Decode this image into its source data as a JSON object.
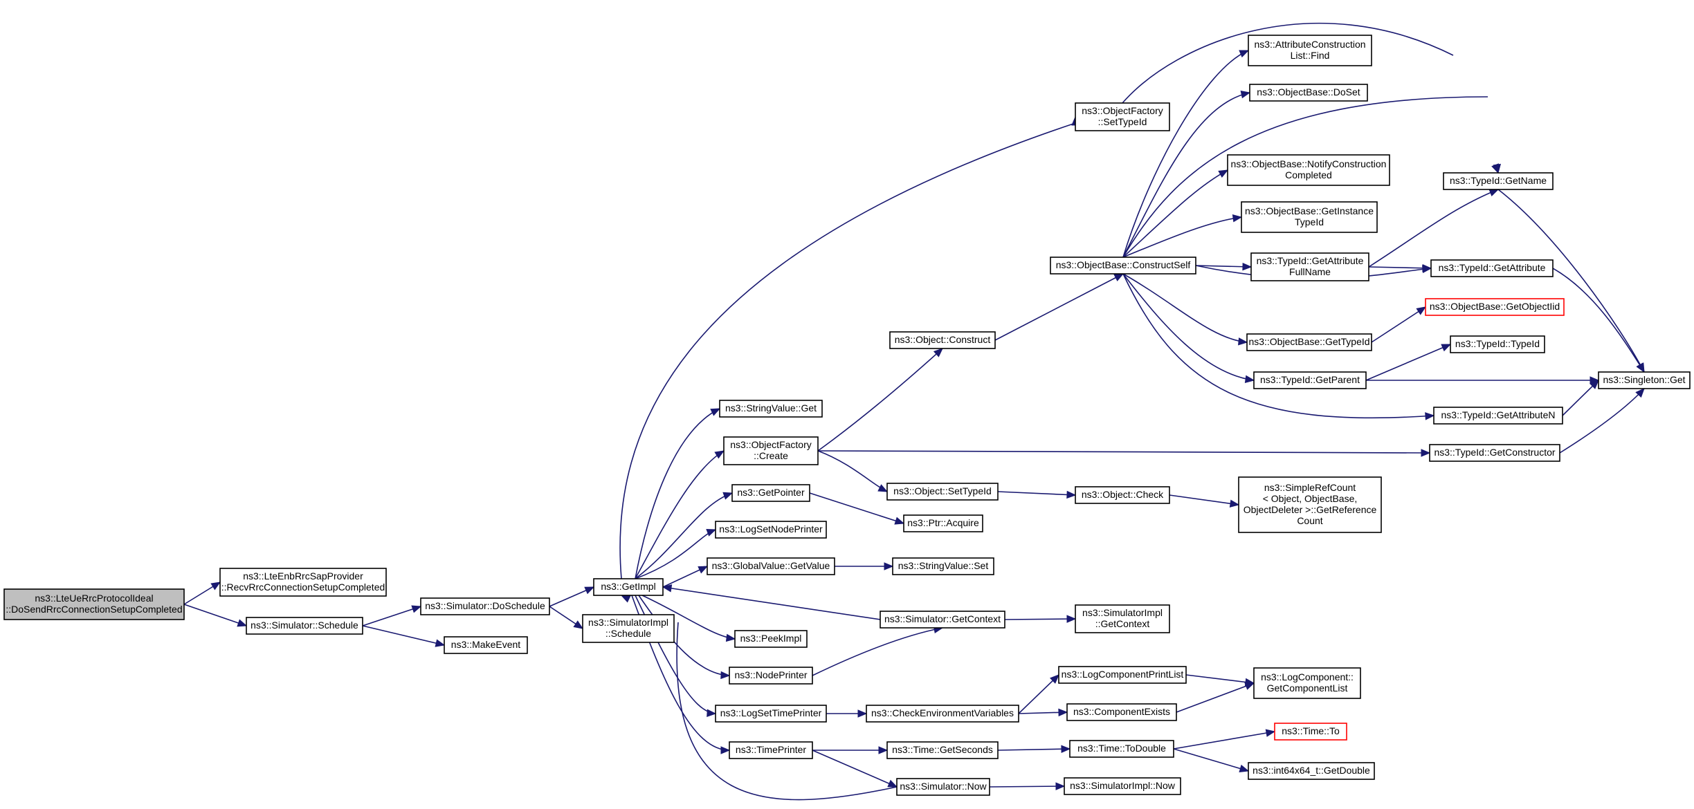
{
  "colors": {
    "edge": "#191970",
    "root_fill": "#bfbfbf",
    "node_border": "#000000",
    "missing_border": "#ff0000"
  },
  "nodes": {
    "root": [
      "ns3::LteUeRrcProtocolIdeal",
      "::DoSendRrcConnectionSetupCompleted"
    ],
    "lte_recv": [
      "ns3::LteEnbRrcSapProvider",
      "::RecvRrcConnectionSetupCompleted"
    ],
    "schedule": [
      "ns3::Simulator::Schedule"
    ],
    "doschedule": [
      "ns3::Simulator::DoSchedule"
    ],
    "makeevent": [
      "ns3::MakeEvent"
    ],
    "getimpl": [
      "ns3::GetImpl"
    ],
    "simimpl_schedule": [
      "ns3::SimulatorImpl",
      "::Schedule"
    ],
    "stringvalue_get": [
      "ns3::StringValue::Get"
    ],
    "objfactory_create": [
      "ns3::ObjectFactory",
      "::Create"
    ],
    "getpointer": [
      "ns3::GetPointer"
    ],
    "logsetnodeprinter": [
      "ns3::LogSetNodePrinter"
    ],
    "globalvalue_getvalue": [
      "ns3::GlobalValue::GetValue"
    ],
    "peekimpl": [
      "ns3::PeekImpl"
    ],
    "nodeprinter": [
      "ns3::NodePrinter"
    ],
    "logsettimeprinter": [
      "ns3::LogSetTimePrinter"
    ],
    "timeprinter": [
      "ns3::TimePrinter"
    ],
    "objfactory_settypeid": [
      "ns3::ObjectFactory",
      "::SetTypeId"
    ],
    "object_construct": [
      "ns3::Object::Construct"
    ],
    "object_settypeid": [
      "ns3::Object::SetTypeId"
    ],
    "ptr_acquire": [
      "ns3::Ptr::Acquire"
    ],
    "stringvalue_set": [
      "ns3::StringValue::Set"
    ],
    "sim_getcontext": [
      "ns3::Simulator::GetContext"
    ],
    "check_env": [
      "ns3::CheckEnvironmentVariables"
    ],
    "time_getseconds": [
      "ns3::Time::GetSeconds"
    ],
    "sim_now": [
      "ns3::Simulator::Now"
    ],
    "constructself": [
      "ns3::ObjectBase::ConstructSelf"
    ],
    "object_check": [
      "ns3::Object::Check"
    ],
    "simimpl_getcontext": [
      "ns3::SimulatorImpl",
      "::GetContext"
    ],
    "logcomp_printlist": [
      "ns3::LogComponentPrintList"
    ],
    "component_exists": [
      "ns3::ComponentExists"
    ],
    "time_todouble": [
      "ns3::Time::ToDouble"
    ],
    "simimpl_now": [
      "ns3::SimulatorImpl::Now"
    ],
    "attr_find": [
      "ns3::AttributeConstruction",
      "List::Find"
    ],
    "objbase_doset": [
      "ns3::ObjectBase::DoSet"
    ],
    "objbase_notify": [
      "ns3::ObjectBase::NotifyConstruction",
      "Completed"
    ],
    "objbase_getinstance": [
      "ns3::ObjectBase::GetInstance",
      "TypeId"
    ],
    "typeid_getattrfullname": [
      "ns3::TypeId::GetAttribute",
      "FullName"
    ],
    "objbase_gettypeid": [
      "ns3::ObjectBase::GetTypeId"
    ],
    "typeid_getparent": [
      "ns3::TypeId::GetParent"
    ],
    "simplerefcount": [
      "ns3::SimpleRefCount",
      "< Object, ObjectBase,",
      "ObjectDeleter >::GetReference",
      "Count"
    ],
    "logcomp_getlist": [
      "ns3::LogComponent::",
      "GetComponentList"
    ],
    "time_to": [
      "ns3::Time::To"
    ],
    "int64_getdouble": [
      "ns3::int64x64_t::GetDouble"
    ],
    "typeid_getname": [
      "ns3::TypeId::GetName"
    ],
    "typeid_getattribute": [
      "ns3::TypeId::GetAttribute"
    ],
    "objbase_getobjectiid": [
      "ns3::ObjectBase::GetObjectIid"
    ],
    "typeid_typeid": [
      "ns3::TypeId::TypeId"
    ],
    "typeid_getattributen": [
      "ns3::TypeId::GetAttributeN"
    ],
    "typeid_getconstructor": [
      "ns3::TypeId::GetConstructor"
    ],
    "singleton_get": [
      "ns3::Singleton::Get"
    ]
  }
}
